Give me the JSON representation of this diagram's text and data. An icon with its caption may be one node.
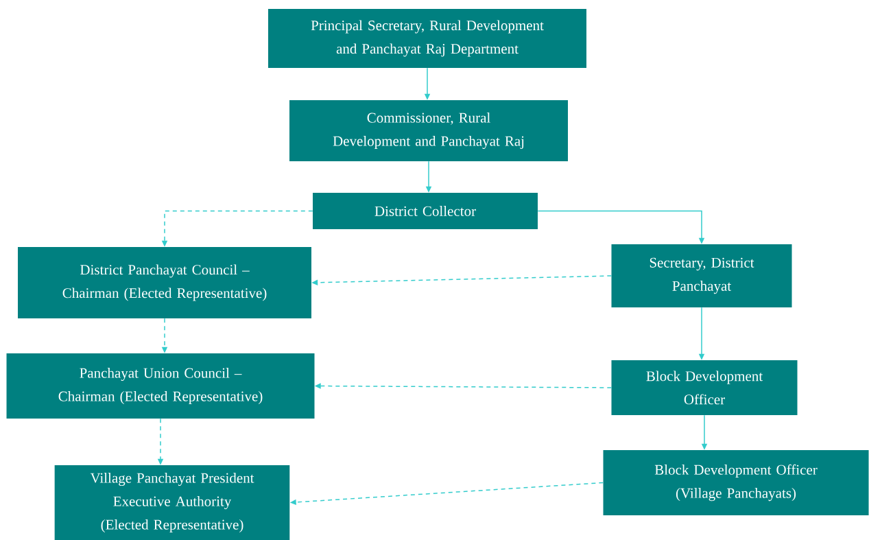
{
  "diagram": {
    "nodes": [
      {
        "text": [
          "Principal Secretary, Rural Development and Panchayat Raj Department"
        ]
      },
      {
        "text": [
          "Commissioner, Rural Development and Panchayat Raj"
        ]
      },
      {
        "text": [
          "District Collector"
        ]
      },
      {
        "text": [
          "District Panchayat Council – Chairman (Elected Representative)"
        ]
      },
      {
        "text": [
          "Secretary, District Panchayat"
        ]
      },
      {
        "text": [
          "Panchayat Union Council – Chairman (Elected Representative)"
        ]
      },
      {
        "text": [
          "Block Development Officer"
        ]
      },
      {
        "text": [
          "Village Panchayat President Executive Authority (Elected Representative)"
        ]
      },
      {
        "text": [
          "Block Development Officer (Village Panchayats)"
        ]
      }
    ],
    "edges": [
      {
        "from": 0,
        "to": 1,
        "arrow": "to"
      },
      {
        "from": 1,
        "to": 2,
        "arrow": "to"
      },
      {
        "from": 2,
        "to": 3,
        "arrow": "to",
        "style": "dashed"
      },
      {
        "from": 2,
        "to": 4,
        "arrow": "to"
      },
      {
        "from": 4,
        "to": 3,
        "arrow": "to",
        "style": "dashed"
      },
      {
        "from": 3,
        "to": 5,
        "arrow": "to",
        "style": "dashed"
      },
      {
        "from": 4,
        "to": 6,
        "arrow": "to"
      },
      {
        "from": 6,
        "to": 5,
        "arrow": "to",
        "style": "dashed"
      },
      {
        "from": 6,
        "to": 8,
        "arrow": "to"
      },
      {
        "from": 5,
        "to": 7,
        "arrow": "to",
        "style": "dashed"
      },
      {
        "from": 8,
        "to": 7,
        "arrow": "to",
        "style": "dashed"
      }
    ]
  }
}
